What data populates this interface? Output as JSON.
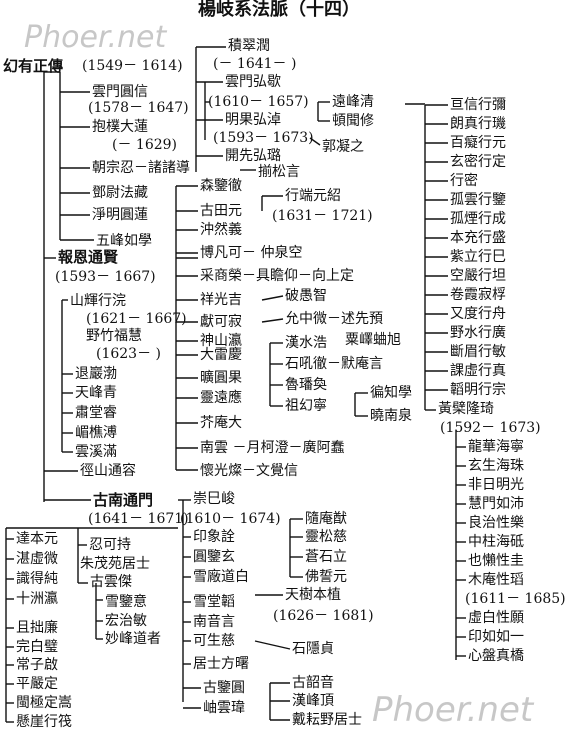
{
  "title": "楊岐系法脈（十四）",
  "watermark": "Phoer.net",
  "nodes": {
    "n01": "積翠潤",
    "n02": "(－ 1641－ )",
    "n03": "雲門弘歇",
    "n04": "(1610－ 1657)",
    "n05": "遠峰清",
    "n06": "頓聞修",
    "n07": "明果弘淖",
    "n08": "(1593－ 1673)",
    "n09": "郭凝之",
    "n10": "開先弘璐",
    "n11": "揃松言",
    "n12": "幻有正傳",
    "n13": "(1549－ 1614)",
    "n14": "雲門圓信",
    "n15": "(1578－ 1647)",
    "n16": "抱樸大蓮",
    "n17": "(－ 1629)",
    "n18": "朝宗忍－諸諸導",
    "n19": "鄧尉法藏",
    "n20": "淨明圓蓮",
    "n21": "五峰如學",
    "n22": "森鑒徹",
    "n23": "行端元紹",
    "n24": "古田元",
    "n25": "(1631－ 1721)",
    "n26": "沖然義",
    "n27": "報恩通賢",
    "n28": "(1593－ 1667)",
    "n29": "博凡可－ 仲泉空",
    "n30": "采商榮－具瞻仰－向上定",
    "n31": "山輝行浣",
    "n32": "祥光吉",
    "n33": "破愚智",
    "n34": "(1621－ 1667)",
    "n35": "獻可寂",
    "n36": "允中微－述先預",
    "n37": "野竹福慧",
    "n38": "神山瀛",
    "n39": "漢水浩",
    "n40": "粟嶧蛐旭",
    "n41": "(1623－ )",
    "n42": "大雷慶",
    "n43": "石吼徹－默庵言",
    "n44": "退巖渤",
    "n45": "曠圓果",
    "n46": "魯璠奐",
    "n47": "徧知學",
    "n48": "天峰青",
    "n49": "靈遠應",
    "n50": "祖幻寧",
    "n51": "曉南泉",
    "n52": "肅堂睿",
    "n53": "嵋樵溥",
    "n54": "芥庵大",
    "n55": "雲溪滿",
    "n56": "南雲 －月柯澄－廣阿蠢",
    "n57": "徑山通容",
    "n58": "懷光燦－文覺信",
    "n59": "古南通門",
    "n60": "崇巳峻",
    "n61": "(1641－ 1671)",
    "n62": "(1610－ 1674)",
    "n63": "隨庵猷",
    "n64": "印象詮",
    "n65": "靈松慈",
    "n66": "達本元",
    "n67": "忍可持",
    "n68": "圓鑒玄",
    "n69": "蒼石立",
    "n70": "湛虛微",
    "n71": "朱茂苑居士",
    "n72": "雪廠道白",
    "n73": "佛誓元",
    "n74": "識得純",
    "n75": "古雲傑",
    "n76": "十洲瀛",
    "n77": "雪鑒意",
    "n78": "雪堂韜",
    "n79": "天樹本植",
    "n80": "宏治敏",
    "n81": "南音言",
    "n82": "(1626－ 1681)",
    "n83": "且拙廉",
    "n84": "妙峰道者",
    "n85": "完白璧",
    "n86": "可生慈",
    "n87": "石隱貞",
    "n88": "常子啟",
    "n89": "居士方曙",
    "n90": "平嚴定",
    "n91": "古鑒圓",
    "n92": "古韶音",
    "n93": "閩極定嵩",
    "n94": "岫雲瑋",
    "n95": "漢峰頂",
    "n96": "懸崖行筏",
    "n97": "戴耘野居士",
    "r01": "亘信行彌",
    "r02": "朗真行璣",
    "r03": "百癡行元",
    "r04": "玄密行定",
    "r05": "行密",
    "r06": "孤雲行鑒",
    "r07": "孤煙行成",
    "r08": "本充行盛",
    "r09": "紫立行巳",
    "r10": "空嚴行坦",
    "r11": "卷霞寂桴",
    "r12": "又度行舟",
    "r13": "野水行廣",
    "r14": "斷眉行敏",
    "r15": "課虛行真",
    "r16": "韜明行宗",
    "r17": "黃檗隆琦",
    "r18": "(1592－ 1673)",
    "r19": "龍華海寧",
    "r20": "玄生海珠",
    "r21": "非日明光",
    "r22": "慧門如沛",
    "r23": "良治性樂",
    "r24": "中柱海砥",
    "r25": "也懶性圭",
    "r26": "木庵性瑫",
    "r27": "(1611－ 1685)",
    "r28": "虛白性願",
    "r29": "印如如一",
    "r30": "心盤真橋"
  }
}
